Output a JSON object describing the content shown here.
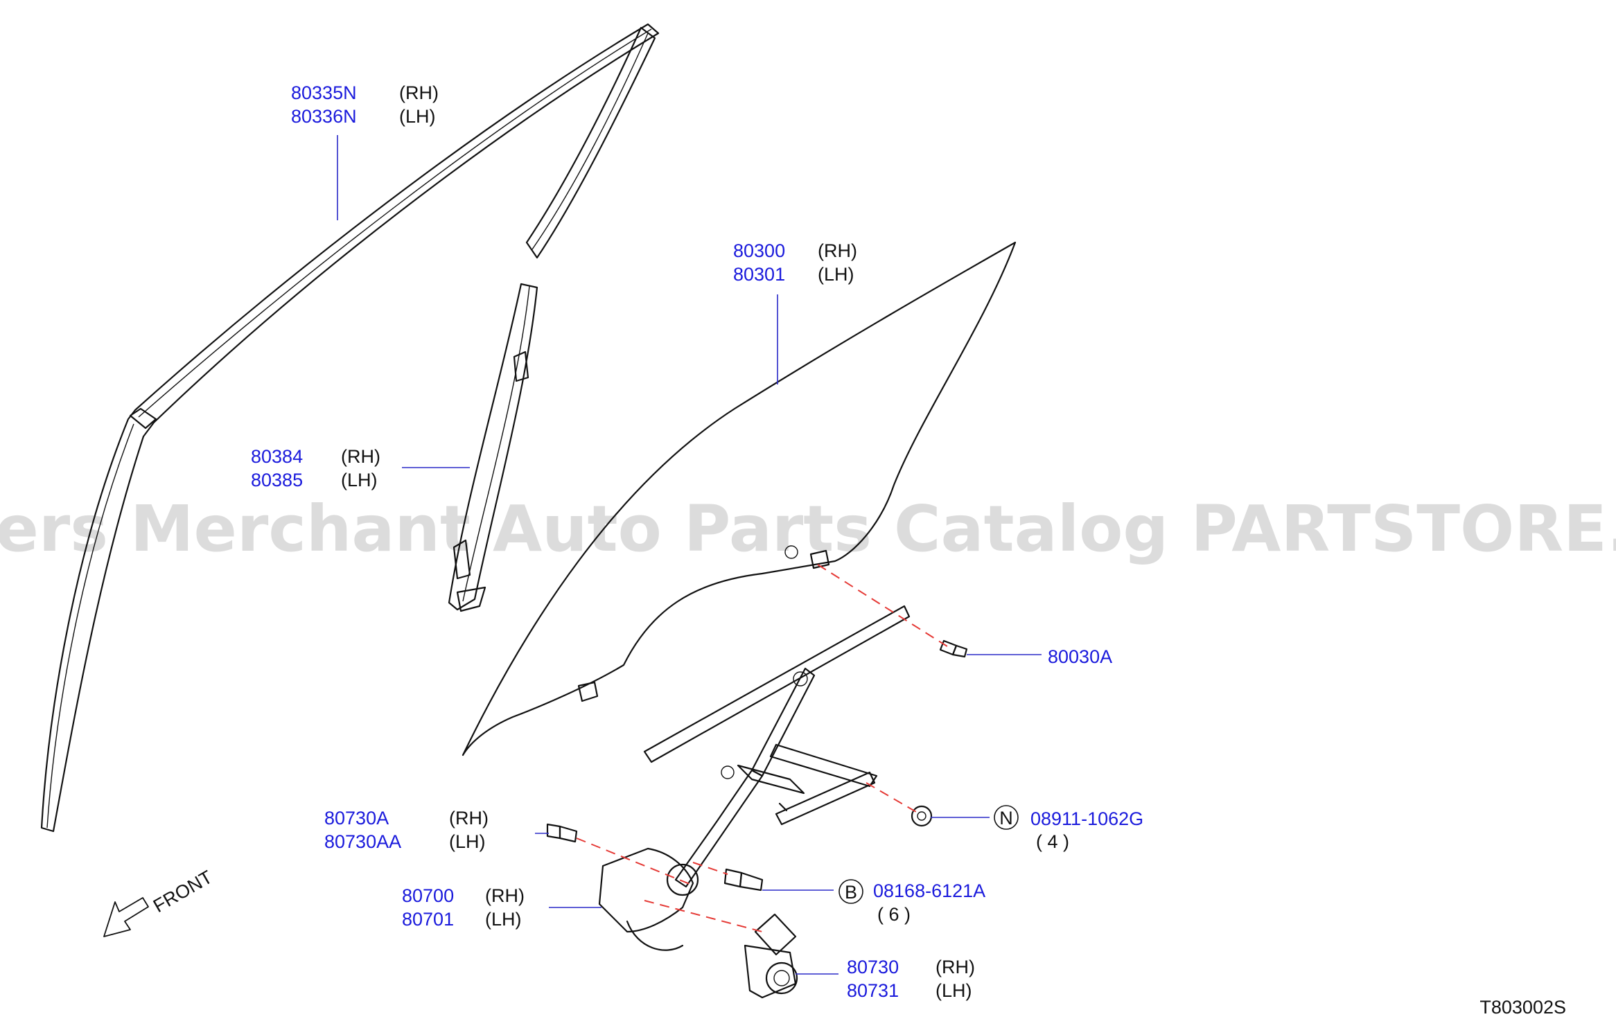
{
  "watermark": "Offers Merchant Auto Parts Catalog PARTSTORE.SA",
  "diagram_code": "T803002S",
  "front_label": "FRONT",
  "callouts": {
    "sash": {
      "pn1": "80335N",
      "side1": "(RH)",
      "pn2": "80336N",
      "side2": "(LH)"
    },
    "glass": {
      "pn1": "80300",
      "side1": "(RH)",
      "pn2": "80301",
      "side2": "(LH)"
    },
    "channel": {
      "pn1": "80384",
      "side1": "(RH)",
      "pn2": "80385",
      "side2": "(LH)"
    },
    "glass_bolt": {
      "pn": "80030A"
    },
    "nut": {
      "badge": "N",
      "pn": "08911-1062G",
      "qty": "( 4 )"
    },
    "motor_bolt": {
      "pn1": "80730A",
      "side1": "(RH)",
      "pn2": "80730AA",
      "side2": "(LH)"
    },
    "bolt": {
      "badge": "B",
      "pn": "08168-6121A",
      "qty": "( 6 )"
    },
    "regulator": {
      "pn1": "80700",
      "side1": "(RH)",
      "pn2": "80701",
      "side2": "(LH)"
    },
    "motor": {
      "pn1": "80730",
      "side1": "(RH)",
      "pn2": "80731",
      "side2": "(LH)"
    }
  }
}
